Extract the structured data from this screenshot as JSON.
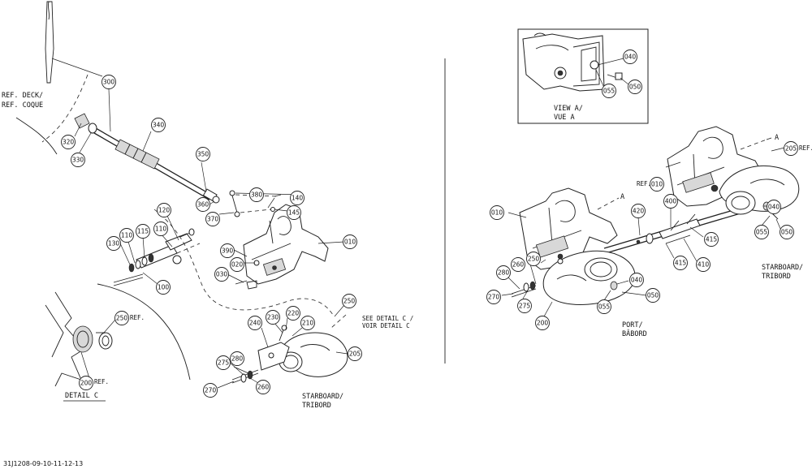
{
  "labels": {
    "ref_deck": "REF. DECK/",
    "ref_coque": "REF. COQUE",
    "detail_c": "DETAIL C",
    "see_detail_c": "SEE DETAIL C /",
    "voir_detail_c": "VOIR DETAIL C",
    "starboard_left": "STARBOARD/",
    "tribord_left": "TRIBORD",
    "starboard_right": "STARBOARD/",
    "tribord_right": "TRIBORD",
    "port": "PORT/",
    "babord": "BÂBORD",
    "view_a": "VIEW A/",
    "vue_a": "VUE A",
    "arrow_a_left": "A",
    "arrow_a_right": "A",
    "ref_suffix_250": "REF.",
    "ref_suffix_200": "REF.",
    "ref_suffix_205": "REF.",
    "ref_prefix_010": "REF.",
    "footer_code": "31J1208-09-10-11-12-13"
  },
  "callouts": {
    "c300": "300",
    "c320": "320",
    "c330": "330",
    "c340": "340",
    "c350": "350",
    "c380": "380",
    "c140": "140",
    "c145": "145",
    "c360": "360",
    "c370": "370",
    "c120": "120",
    "c110a": "110",
    "c110b": "110",
    "c115": "115",
    "c130": "130",
    "c100": "100",
    "c390": "390",
    "c010a": "010",
    "c020": "020",
    "c030": "030",
    "c250a": "250",
    "c250b": "250",
    "c200a": "200",
    "c230": "230",
    "c220": "220",
    "c240": "240",
    "c210": "210",
    "c205a": "205",
    "c275a": "275",
    "c280a": "280",
    "c270a": "270",
    "c260a": "260",
    "c040a": "040",
    "c050a": "050",
    "c055a": "055",
    "c010b": "010",
    "c010c": "010",
    "c205b": "205",
    "c420": "420",
    "c400": "400",
    "c040b": "040",
    "c050b": "050",
    "c055b": "055",
    "c415a": "415",
    "c415b": "415",
    "c410": "410",
    "c280b": "280",
    "c260b": "260",
    "c250c": "250",
    "c270b": "270",
    "c275b": "275",
    "c200b": "200",
    "c040c": "040",
    "c050c": "050",
    "c055c": "055"
  }
}
